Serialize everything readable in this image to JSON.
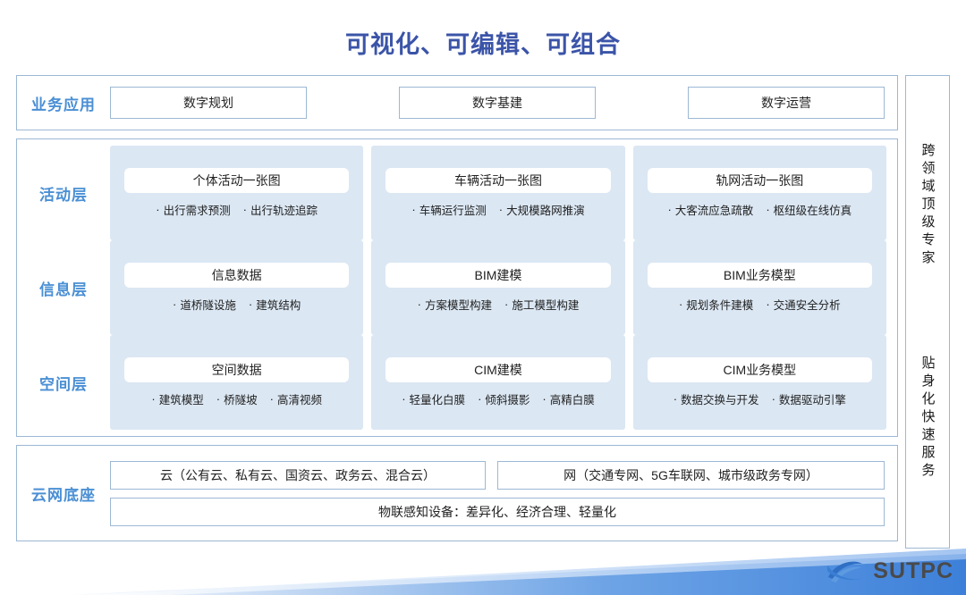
{
  "title": "可视化、可编辑、可组合",
  "business": {
    "label": "业务应用",
    "boxes": [
      "数字规划",
      "数字基建",
      "数字运营"
    ]
  },
  "layers": [
    {
      "label": "活动层",
      "groups": [
        {
          "head": "个体活动一张图",
          "bullets": [
            "出行需求预测",
            "出行轨迹追踪"
          ]
        },
        {
          "head": "车辆活动一张图",
          "bullets": [
            "车辆运行监测",
            "大规模路网推演"
          ]
        },
        {
          "head": "轨网活动一张图",
          "bullets": [
            "大客流应急疏散",
            "枢纽级在线仿真"
          ]
        }
      ]
    },
    {
      "label": "信息层",
      "groups": [
        {
          "head": "信息数据",
          "bullets": [
            "道桥隧设施",
            "建筑结构"
          ]
        },
        {
          "head": "BIM建模",
          "bullets": [
            "方案模型构建",
            "施工模型构建"
          ]
        },
        {
          "head": "BIM业务模型",
          "bullets": [
            "规划条件建模",
            "交通安全分析"
          ]
        }
      ]
    },
    {
      "label": "空间层",
      "groups": [
        {
          "head": "空间数据",
          "bullets": [
            "建筑模型",
            "桥隧坡",
            "高清视频"
          ]
        },
        {
          "head": "CIM建模",
          "bullets": [
            "轻量化白膜",
            "倾斜摄影",
            "高精白膜"
          ]
        },
        {
          "head": "CIM业务模型",
          "bullets": [
            "数据交换与开发",
            "数据驱动引擎"
          ]
        }
      ]
    }
  ],
  "cloud": {
    "label": "云网底座",
    "box_cloud": "云（公有云、私有云、国资云、政务云、混合云）",
    "box_net": "网（交通专网、5G车联网、城市级政务专网）",
    "box_wide": "物联感知设备：差异化、经济合理、轻量化"
  },
  "sidebar": {
    "top": "跨领域顶级专家",
    "bottom": "贴身化快速服务"
  },
  "footer": {
    "logo_text": "SUTPC"
  },
  "colors": {
    "title": "#3b54a8",
    "label": "#4a8fd4",
    "border": "#9cb8d4",
    "panel_bg": "#dbe7f3",
    "band": "#3d80d9"
  },
  "bullet_glyph": "·"
}
